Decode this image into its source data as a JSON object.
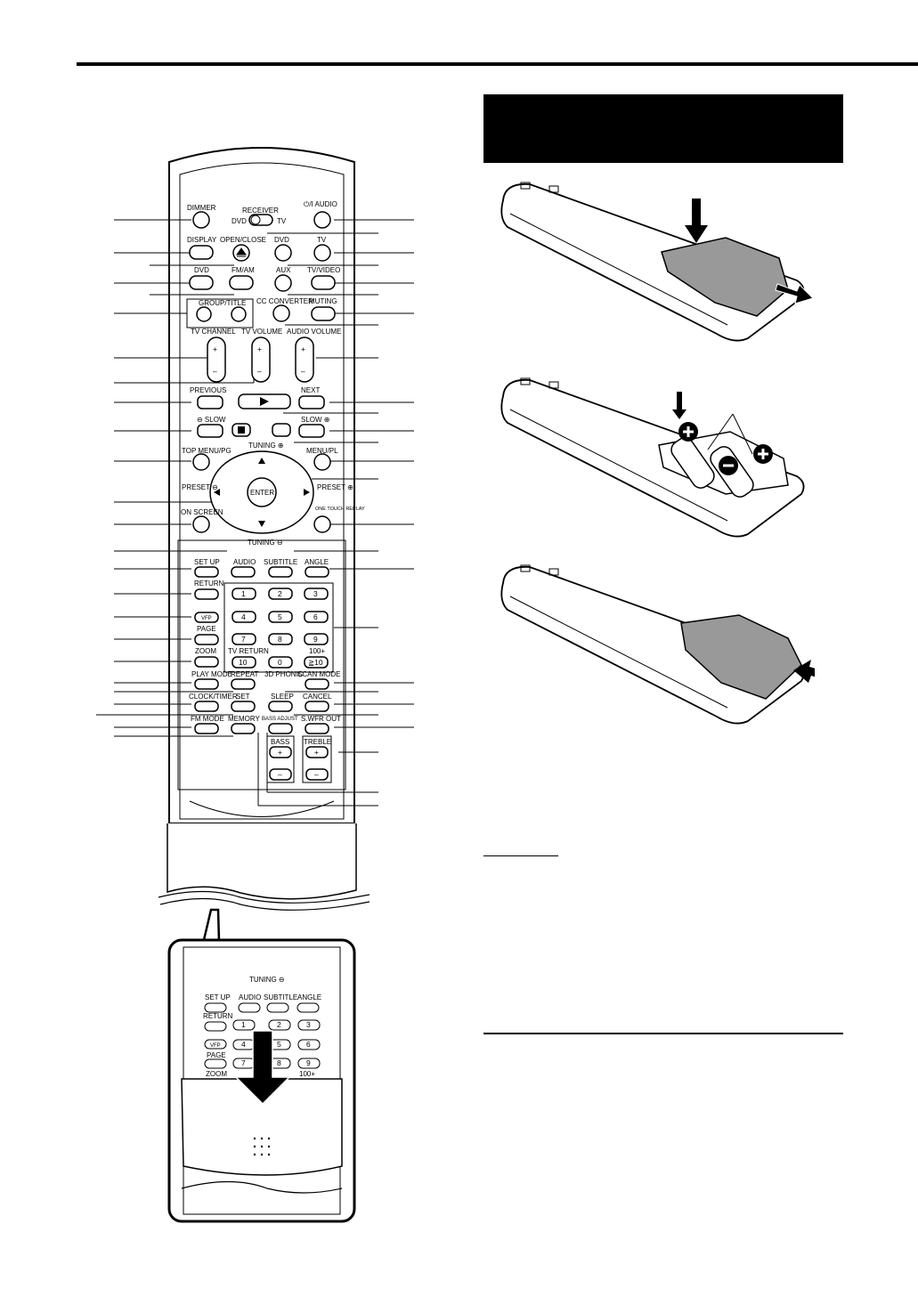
{
  "remote": {
    "top_buttons": {
      "dimmer": "DIMMER",
      "receiver": "RECEIVER",
      "dvd_switch": "DVD",
      "tv_switch": "TV",
      "power_audio": "⏻/I AUDIO",
      "display": "DISPLAY",
      "open_close": "OPEN/CLOSE",
      "dvd_power": "DVD",
      "tv_power": "TV",
      "dvd": "DVD",
      "fm_am": "FM/AM",
      "aux": "AUX",
      "tv_video": "TV/VIDEO",
      "group_title": "GROUP/TITLE",
      "cc_converter": "CC CONVERTER",
      "muting": "MUTING"
    },
    "rockers": {
      "tv_channel": "TV CHANNEL",
      "tv_volume": "TV VOLUME",
      "audio_volume": "AUDIO VOLUME"
    },
    "transport": {
      "previous": "PREVIOUS",
      "next": "NEXT",
      "slow_minus": "⊖ SLOW",
      "slow_plus": "SLOW ⊕",
      "tuning_plus": "TUNING ⊕",
      "tuning_minus": "TUNING ⊖"
    },
    "nav": {
      "top_menu": "TOP MENU/PG",
      "menu_pl": "MENU/PL",
      "preset_minus": "PRESET ⊖",
      "preset_plus": "PRESET ⊕",
      "enter": "ENTER",
      "on_screen": "ON SCREEN",
      "one_touch_replay": "ONE TOUCH REPLAY"
    },
    "lower": {
      "set_up": "SET UP",
      "audio": "AUDIO",
      "subtitle": "SUBTITLE",
      "angle": "ANGLE",
      "return": "RETURN",
      "vfp": "VFP",
      "page": "PAGE",
      "zoom": "ZOOM",
      "tv_return": "TV RETURN",
      "hundred_plus": "100+",
      "ten_plus": "≧10",
      "play_mode": "PLAY MODE",
      "repeat": "REPEAT",
      "scan_mode": "SCAN MODE",
      "three_d_phonic": "3D PHONIC",
      "clock_timer": "CLOCK/TIMER",
      "set": "SET",
      "sleep": "SLEEP",
      "cancel": "CANCEL",
      "fm_mode": "FM MODE",
      "memory": "MEMORY",
      "bass_adjust": "BASS ADJUST",
      "swfr_out": "S.WFR OUT",
      "bass": "BASS",
      "treble": "TREBLE",
      "plus": "+",
      "minus": "–"
    },
    "digits": [
      "1",
      "2",
      "3",
      "4",
      "5",
      "6",
      "7",
      "8",
      "9",
      "10",
      "0"
    ]
  },
  "inset": {
    "tuning": "TUNING ⊖",
    "set_up": "SET UP",
    "audio": "AUDIO",
    "subtitle": "SUBTITLE",
    "angle": "ANGLE",
    "return": "RETURN",
    "vfp": "VFP",
    "page": "PAGE",
    "zoom": "ZOOM",
    "hundred_plus": "100+",
    "digits": [
      "1",
      "2",
      "3",
      "4",
      "5",
      "6",
      "7",
      "8",
      "9"
    ]
  }
}
